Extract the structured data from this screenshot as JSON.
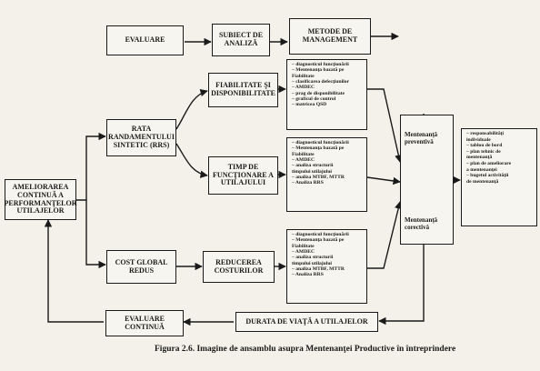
{
  "boxes": {
    "evaluare": "EVALUARE",
    "subiect": "SUBIECT DE ANALIZĂ",
    "metode": "METODE DE MANAGEMENT",
    "fiabilitate": "FIABILITATE ŞI DISPONIBILITATE",
    "rata": "RATA RANDAMENTULUI SINTETIC (RRS)",
    "timp": "TIMP DE FUNCŢIONARE A UTILAJULUI",
    "ameliorarea": "AMELIORAREA CONTINUĂ A PERFORMANŢELOR UTILAJELOR",
    "cost": "COST GLOBAL REDUS",
    "reducerea": "REDUCEREA COSTURILOR",
    "evaluare_continua": "EVALUARE CONTINUĂ",
    "durata": "DURATA DE VIAŢĂ A UTILAJELOR"
  },
  "lists": {
    "fiabilitate": [
      "diagnosticul funcţionării",
      "Mentenanţa bazată pe\nFiabilitate",
      "clasificarea defecţiunilor",
      "AMDEC",
      "prag de disponibilitate",
      "graficul de control",
      "matricea QSD"
    ],
    "timp": [
      "diagnosticul funcţionării",
      "Mentenanţa bazată pe\nFiabilitate",
      "AMDEC",
      "analiza structurii\ntimpului utilajului",
      "analiza MTBF, MTTR",
      "Analiza RRS"
    ],
    "cost": [
      "diagnosticul funcţionării",
      "Mentenanţa bazată pe\nFiabilitate",
      "AMDEC",
      "analiza structurii\ntimpului utilajului",
      "analiza MTBF, MTTR",
      "Analiza RRS"
    ],
    "management": [
      "responsabilităţi\nindividuale",
      "tablou de bord",
      "plan tehnic de\nmentenanţă",
      "plan de ameliorare\na mentenanţei",
      "bugetul activităţii\nde mentenanţă"
    ]
  },
  "mentenanta": {
    "preventiva": "Mentenanţă preventivă",
    "corectiva": "Mentenanţă corectivă"
  },
  "caption": "Figura 2.6. Imagine de ansamblu asupra Mentenanţei Productive în întreprindere"
}
